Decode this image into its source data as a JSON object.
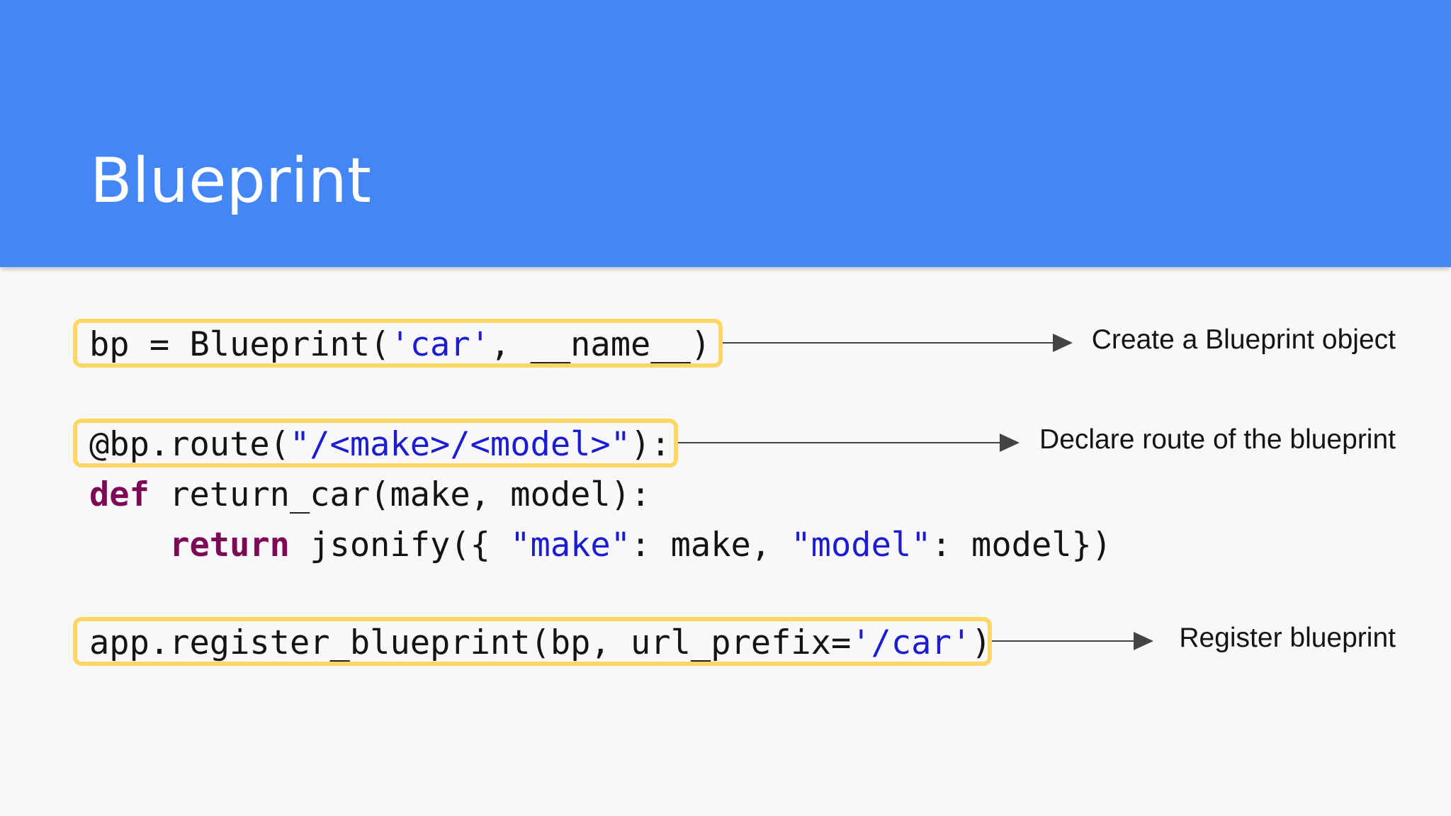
{
  "slide": {
    "title": "Blueprint"
  },
  "code": {
    "line1": {
      "p1": "bp = Blueprint(",
      "s1": "'car'",
      "p2": ", __name__)"
    },
    "line2": {
      "p1": "@bp.route(",
      "s1": "\"/<make>/<model>\"",
      "p2": "):"
    },
    "line3": {
      "kw": "def",
      "p1": " return_car(make, model):"
    },
    "line4": {
      "indent": "    ",
      "kw": "return",
      "p1": " jsonify({ ",
      "s1": "\"make\"",
      "p2": ": make, ",
      "s2": "\"model\"",
      "p3": ": model})"
    },
    "line5": {
      "p1": "app.register_blueprint(bp, url_prefix=",
      "s1": "'/car'",
      "p2": ")"
    }
  },
  "annotations": {
    "create": "Create a Blueprint object",
    "route": "Declare route of the blueprint",
    "register": "Register blueprint"
  },
  "colors": {
    "header_bg": "#4586f5",
    "highlight": "#fdd663",
    "keyword": "#7c0a57",
    "string": "#1c1cd0"
  }
}
